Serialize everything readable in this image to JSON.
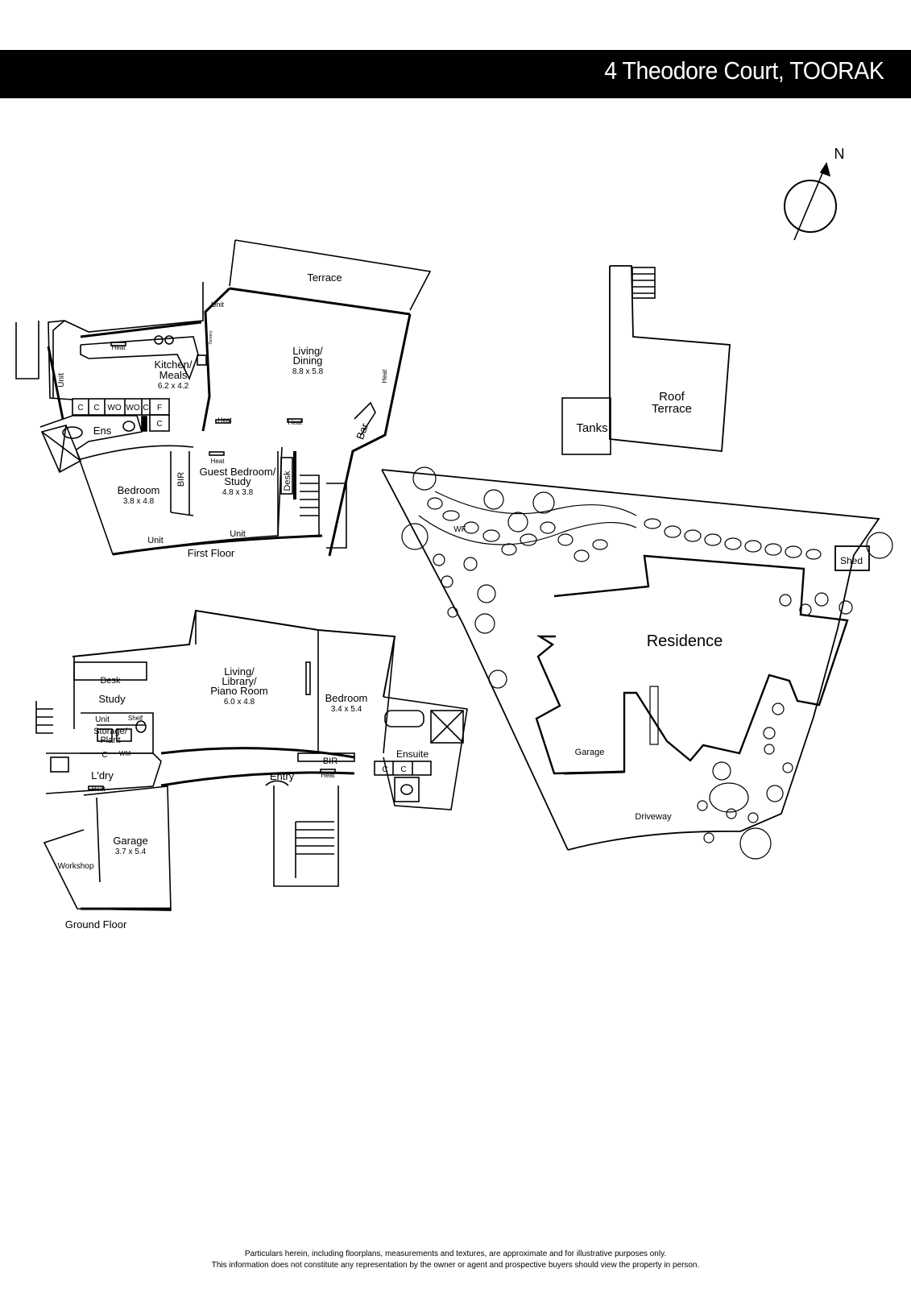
{
  "header": {
    "title": "4 Theodore Court, TOORAK"
  },
  "compass": {
    "label": "N"
  },
  "first_floor": {
    "caption": "First Floor",
    "terrace": "Terrace",
    "living_dining": {
      "name_1": "Living/",
      "name_2": "Dining",
      "dims": "8.8 x 5.8"
    },
    "kitchen": {
      "name_1": "Kitchen/",
      "name_2": "Meals",
      "dims": "6.2 x 4.2"
    },
    "bedroom": {
      "name": "Bedroom",
      "dims": "3.8 x 4.8"
    },
    "guest": {
      "name_1": "Guest Bedroom/",
      "name_2": "Study",
      "dims": "4.8 x 3.8"
    },
    "ens": "Ens",
    "bir": "BIR",
    "desk": "Desk",
    "bar": "Bar",
    "unit": "Unit",
    "heat": "Heat",
    "servery": "Servery",
    "cupboards": [
      "C",
      "C",
      "WO",
      "WO",
      "C",
      "F"
    ],
    "cupboard_lower": "C"
  },
  "ground_floor": {
    "caption": "Ground Floor",
    "living": {
      "name_1": "Living/",
      "name_2": "Library/",
      "name_3": "Piano Room",
      "dims": "6.0 x 4.8"
    },
    "bedroom": {
      "name": "Bedroom",
      "dims": "3.4 x 5.4"
    },
    "garage": {
      "name": "Garage",
      "dims": "3.7 x 5.4"
    },
    "study": "Study",
    "desk": "Desk",
    "unit": "Unit",
    "shelf": "Shelf",
    "storage": {
      "line_1": "Storage/",
      "line_2": "Plant"
    },
    "cupboard": "C",
    "wm": "WM",
    "laundry": "L'dry",
    "heat": "Heat",
    "workshop": "Workshop",
    "entry": "Entry",
    "bir": "BIR",
    "ensuite": "Ensuite",
    "ensuite_cupboards": [
      "C",
      "C"
    ]
  },
  "site": {
    "roof_terrace": {
      "line_1": "Roof",
      "line_2": "Terrace"
    },
    "tanks": "Tanks",
    "residence": "Residence",
    "garage": "Garage",
    "driveway": "Driveway",
    "shed": "Shed",
    "wf": "WF"
  },
  "disclaimer": {
    "line_1": "Particulars herein, including floorplans, measurements and textures, are approximate and for illustrative purposes only.",
    "line_2": "This information does not constitute any representation by the owner or agent and prospective buyers should view the property in person."
  }
}
